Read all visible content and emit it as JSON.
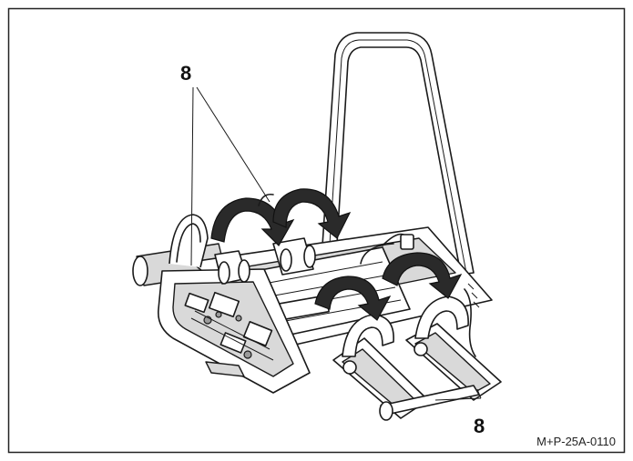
{
  "figure": {
    "callouts": [
      {
        "id": "top",
        "text": "8"
      },
      {
        "id": "bottom",
        "text": "8"
      }
    ],
    "reference_code": "M+P-25A-0110"
  }
}
